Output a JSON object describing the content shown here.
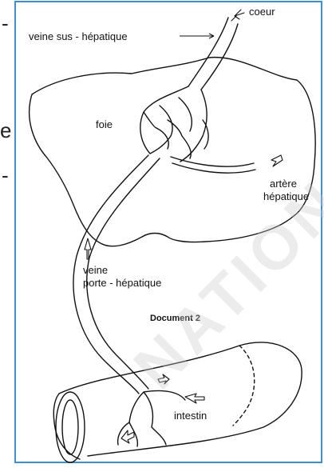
{
  "edge_fragments": {
    "dash1": "-",
    "letter_e": "e",
    "dash2": "-"
  },
  "labels": {
    "coeur": "coeur",
    "veine_sus_hepatique": "veine sus - hépatique",
    "foie": "foie",
    "artere_line1": "artère",
    "artere_line2": "hépatique",
    "veine_line1": "veine",
    "veine_line2": "porte - hépatique",
    "document": "Document 2",
    "intestin": "intestin"
  },
  "watermark": "NATIONAL",
  "colors": {
    "frame": "#3d8fd1",
    "ink": "#111111",
    "watermark": "#c8c8c8"
  }
}
